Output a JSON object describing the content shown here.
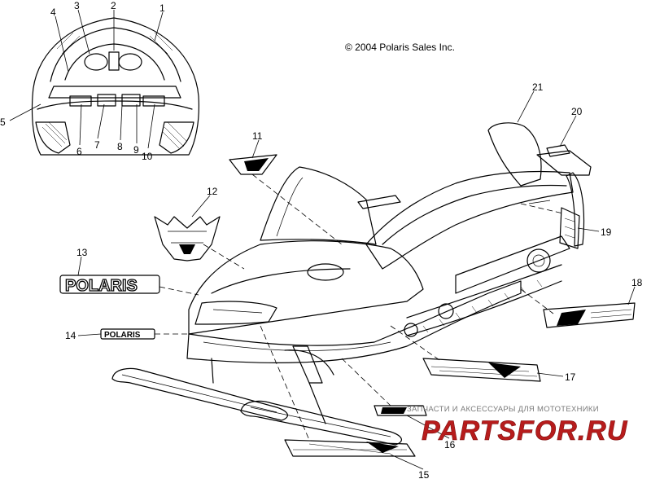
{
  "copyright": "© 2004 Polaris Sales Inc.",
  "decal_texts": {
    "decal_13": "POLARIS",
    "decal_14": "POLARIS"
  },
  "callouts": [
    "1",
    "2",
    "3",
    "4",
    "5",
    "6",
    "7",
    "8",
    "9",
    "10",
    "11",
    "12",
    "13",
    "14",
    "15",
    "16",
    "17",
    "18",
    "19",
    "20",
    "21"
  ],
  "watermark": {
    "caption": "ЗАПЧАСТИ И АКСЕССУАРЫ ДЛЯ МОТОТЕХНИКИ",
    "logo": "PARTSFOR.RU"
  },
  "colors": {
    "ink": "#000000",
    "watermark_red": "#b71c1c",
    "watermark_grey": "#7a7a7a"
  }
}
